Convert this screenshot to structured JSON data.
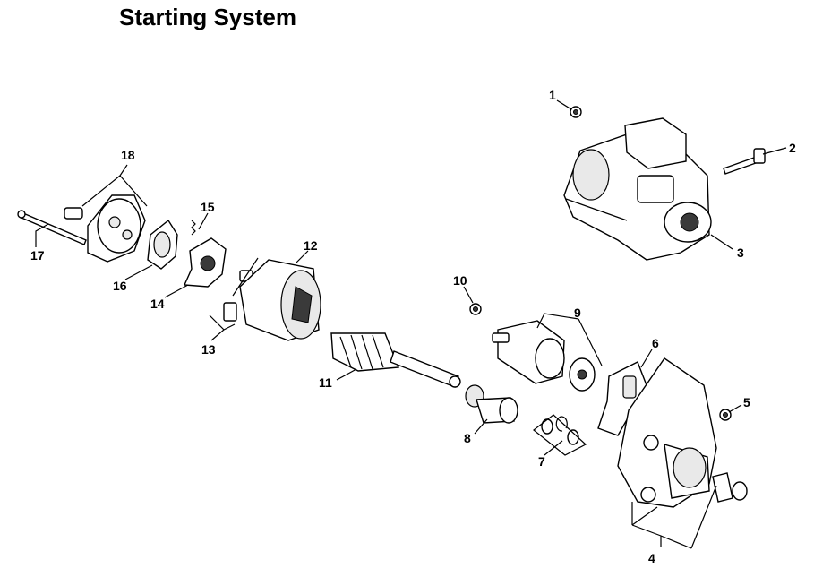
{
  "title": "Starting System",
  "callouts": [
    "1",
    "2",
    "3",
    "4",
    "5",
    "6",
    "7",
    "8",
    "9",
    "10",
    "11",
    "12",
    "13",
    "14",
    "15",
    "16",
    "17",
    "18"
  ]
}
